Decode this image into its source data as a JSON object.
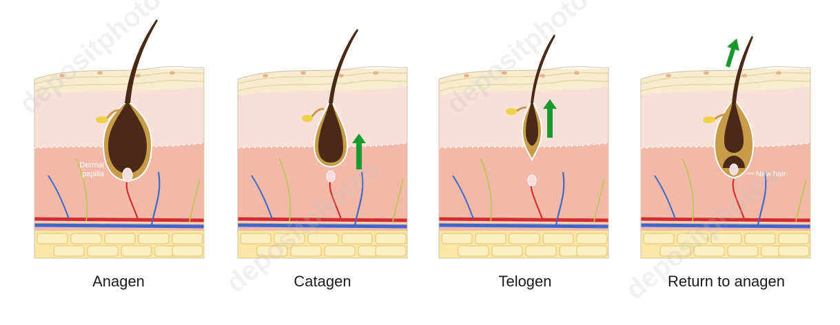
{
  "stages": [
    {
      "id": "anagen",
      "title": "Anagen"
    },
    {
      "id": "catagen",
      "title": "Catagen"
    },
    {
      "id": "telogen",
      "title": "Telogen"
    },
    {
      "id": "return",
      "title": "Return to anagen"
    }
  ],
  "labels": {
    "dermal_papilla_line1": "Dermal",
    "dermal_papilla_line2": "papilla",
    "new_hair": "New hair"
  },
  "watermark": "depositphotos",
  "colors": {
    "epidermis": "#f7ecd0",
    "upper_dermis": "#f8dfd8",
    "lower_dermis": "#f2b9a9",
    "fat": "#fbe6a8",
    "hair": "#4a2a17",
    "bulb": "#c89b4a",
    "arrow": "#1a9a2e",
    "artery": "#d32d2d",
    "vein": "#3d67c9",
    "nerve": "#b9c94a"
  }
}
